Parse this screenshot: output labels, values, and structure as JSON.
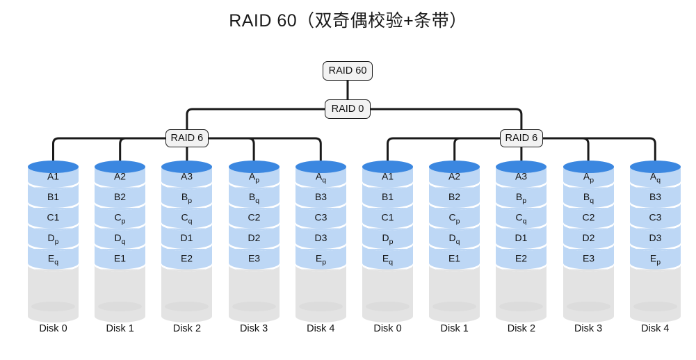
{
  "title": "RAID 60（双奇偶校验+条带）",
  "colors": {
    "disk_top": "#3b87e0",
    "disk_segment": "#bdd7f5",
    "disk_empty": "#e3e3e3",
    "node_fill": "#f2f2f2",
    "node_stroke": "#1a1a1a",
    "wire": "#1a1a1a",
    "text": "#111111",
    "background": "#ffffff"
  },
  "tree": {
    "root": {
      "label": "RAID 60"
    },
    "stripe": {
      "label": "RAID 0"
    },
    "groups": [
      {
        "label": "RAID 6"
      },
      {
        "label": "RAID 6"
      }
    ]
  },
  "disk_groups": [
    {
      "group_index": 0,
      "array_label": "RAID 6",
      "disks": [
        {
          "name": "Disk 0",
          "blocks": [
            {
              "base": "A",
              "sub": "",
              "text": "A1"
            },
            {
              "base": "B",
              "sub": "",
              "text": "B1"
            },
            {
              "base": "C",
              "sub": "",
              "text": "C1"
            },
            {
              "base": "D",
              "sub": "p",
              "text": "Dp"
            },
            {
              "base": "E",
              "sub": "q",
              "text": "Eq"
            }
          ]
        },
        {
          "name": "Disk 1",
          "blocks": [
            {
              "base": "A",
              "sub": "",
              "text": "A2"
            },
            {
              "base": "B",
              "sub": "",
              "text": "B2"
            },
            {
              "base": "C",
              "sub": "p",
              "text": "Cp"
            },
            {
              "base": "D",
              "sub": "q",
              "text": "Dq"
            },
            {
              "base": "E",
              "sub": "",
              "text": "E1"
            }
          ]
        },
        {
          "name": "Disk 2",
          "blocks": [
            {
              "base": "A",
              "sub": "",
              "text": "A3"
            },
            {
              "base": "B",
              "sub": "p",
              "text": "Bp"
            },
            {
              "base": "C",
              "sub": "q",
              "text": "Cq"
            },
            {
              "base": "D",
              "sub": "",
              "text": "D1"
            },
            {
              "base": "E",
              "sub": "",
              "text": "E2"
            }
          ]
        },
        {
          "name": "Disk 3",
          "blocks": [
            {
              "base": "A",
              "sub": "p",
              "text": "Ap"
            },
            {
              "base": "B",
              "sub": "q",
              "text": "Bq"
            },
            {
              "base": "C",
              "sub": "",
              "text": "C2"
            },
            {
              "base": "D",
              "sub": "",
              "text": "D2"
            },
            {
              "base": "E",
              "sub": "",
              "text": "E3"
            }
          ]
        },
        {
          "name": "Disk 4",
          "blocks": [
            {
              "base": "A",
              "sub": "q",
              "text": "Aq"
            },
            {
              "base": "B",
              "sub": "",
              "text": "B3"
            },
            {
              "base": "C",
              "sub": "",
              "text": "C3"
            },
            {
              "base": "D",
              "sub": "",
              "text": "D3"
            },
            {
              "base": "E",
              "sub": "p",
              "text": "Ep"
            }
          ]
        }
      ]
    },
    {
      "group_index": 1,
      "array_label": "RAID 6",
      "disks": [
        {
          "name": "Disk 0",
          "blocks": [
            {
              "base": "A",
              "sub": "",
              "text": "A1"
            },
            {
              "base": "B",
              "sub": "",
              "text": "B1"
            },
            {
              "base": "C",
              "sub": "",
              "text": "C1"
            },
            {
              "base": "D",
              "sub": "p",
              "text": "Dp"
            },
            {
              "base": "E",
              "sub": "q",
              "text": "Eq"
            }
          ]
        },
        {
          "name": "Disk 1",
          "blocks": [
            {
              "base": "A",
              "sub": "",
              "text": "A2"
            },
            {
              "base": "B",
              "sub": "",
              "text": "B2"
            },
            {
              "base": "C",
              "sub": "p",
              "text": "Cp"
            },
            {
              "base": "D",
              "sub": "q",
              "text": "Dq"
            },
            {
              "base": "E",
              "sub": "",
              "text": "E1"
            }
          ]
        },
        {
          "name": "Disk 2",
          "blocks": [
            {
              "base": "A",
              "sub": "",
              "text": "A3"
            },
            {
              "base": "B",
              "sub": "p",
              "text": "Bp"
            },
            {
              "base": "C",
              "sub": "q",
              "text": "Cq"
            },
            {
              "base": "D",
              "sub": "",
              "text": "D1"
            },
            {
              "base": "E",
              "sub": "",
              "text": "E2"
            }
          ]
        },
        {
          "name": "Disk 3",
          "blocks": [
            {
              "base": "A",
              "sub": "p",
              "text": "Ap"
            },
            {
              "base": "B",
              "sub": "q",
              "text": "Bq"
            },
            {
              "base": "C",
              "sub": "",
              "text": "C2"
            },
            {
              "base": "D",
              "sub": "",
              "text": "D2"
            },
            {
              "base": "E",
              "sub": "",
              "text": "E3"
            }
          ]
        },
        {
          "name": "Disk 4",
          "blocks": [
            {
              "base": "A",
              "sub": "q",
              "text": "Aq"
            },
            {
              "base": "B",
              "sub": "",
              "text": "B3"
            },
            {
              "base": "C",
              "sub": "",
              "text": "C3"
            },
            {
              "base": "D",
              "sub": "",
              "text": "D3"
            },
            {
              "base": "E",
              "sub": "p",
              "text": "Ep"
            }
          ]
        }
      ]
    }
  ]
}
